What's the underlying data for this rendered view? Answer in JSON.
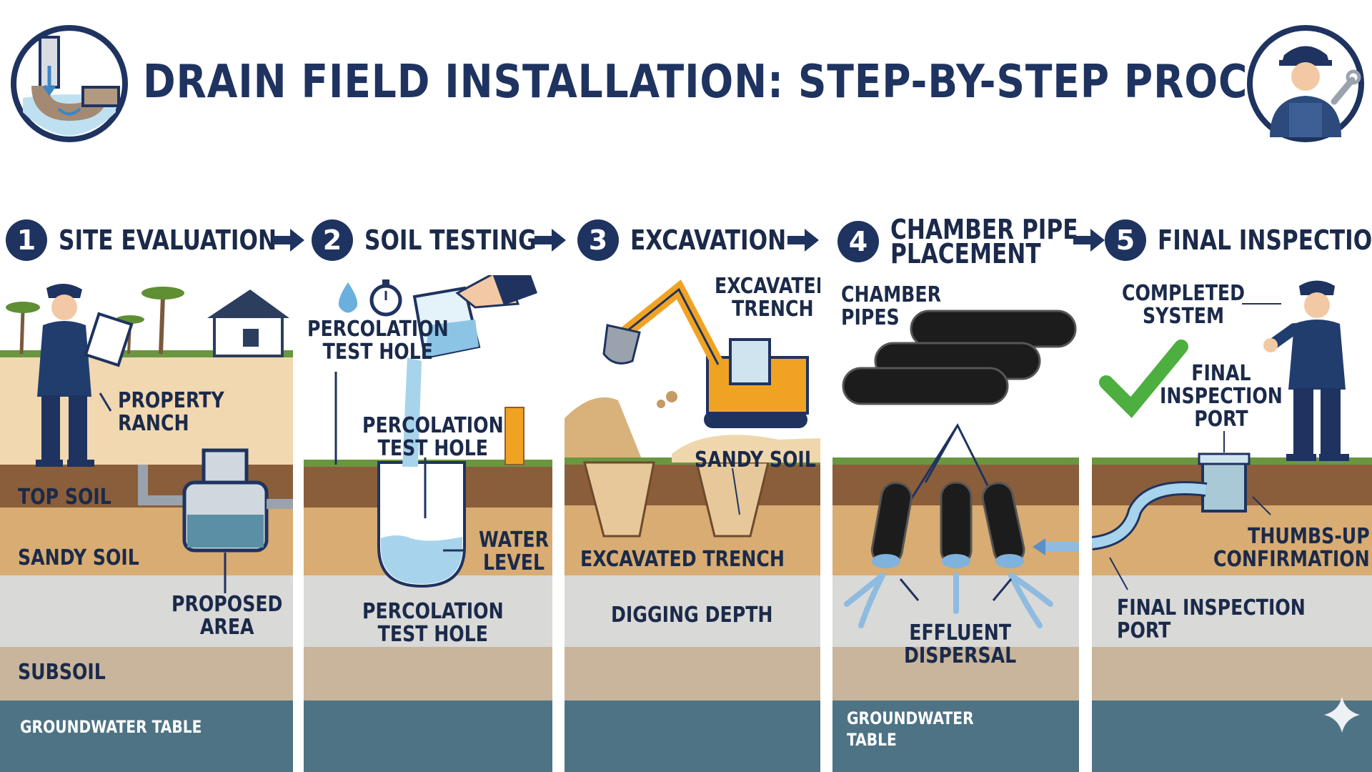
{
  "title": "DRAIN FIELD INSTALLATION: STEP-BY-STEP PROCESS",
  "icons": {
    "left_logo": "plumbing-pipe-icon",
    "right_logo": "worker-with-wrench-icon",
    "corner": "sparkle-icon"
  },
  "colors": {
    "navy": "#1f3360",
    "topsoil": "#7a5232",
    "sandy": "#d6a86f",
    "subsoil": "#c9b29a",
    "groundwater": "#4a6f82",
    "grass": "#5c8a33",
    "accent_orange": "#f0a323",
    "check_green": "#4caf3f"
  },
  "steps": [
    {
      "number": "1",
      "label": "SITE EVALUATION",
      "labels": {
        "property": "PROPERTY\nRANCH",
        "top_soil": "TOP SOIL",
        "sandy_soil": "SANDY SOIL",
        "proposed": "PROPOSED\nAREA",
        "subsoil": "SUBSOIL",
        "groundwater": "GROUNDWATER TABLE"
      }
    },
    {
      "number": "2",
      "label": "SOIL TESTING",
      "labels": {
        "perc_top": "PERCOLATION\nTEST HOLE",
        "perc_mid": "PERCOLATION\nTEST HOLE",
        "water_level": "WATER\nLEVEL",
        "perc_bottom": "PERCOLATION\nTEST HOLE"
      }
    },
    {
      "number": "3",
      "label": "EXCAVATION",
      "labels": {
        "excavated_top": "EXCAVATED\nTRENCH",
        "sandy_soil": "SANDY SOIL",
        "excavated_trench": "EXCAVATED TRENCH",
        "digging_depth": "DIGGING DEPTH"
      }
    },
    {
      "number": "4",
      "label": "CHAMBER PIPE\nPLACEMENT",
      "labels": {
        "chamber_pipes": "CHAMBER\nPIPES",
        "effluent": "EFFLUENT\nDISPERSAL",
        "groundwater": "GROUNDWATER\nTABLE"
      }
    },
    {
      "number": "5",
      "label": "FINAL INSPECTION",
      "labels": {
        "completed": "COMPLETED\nSYSTEM",
        "final_port_top": "FINAL\nINSPECTION\nPORT",
        "thumbs_up": "THUMBS-UP\nCONFIRMATION",
        "final_port_bottom": "FINAL INSPECTION\nPORT"
      }
    }
  ]
}
